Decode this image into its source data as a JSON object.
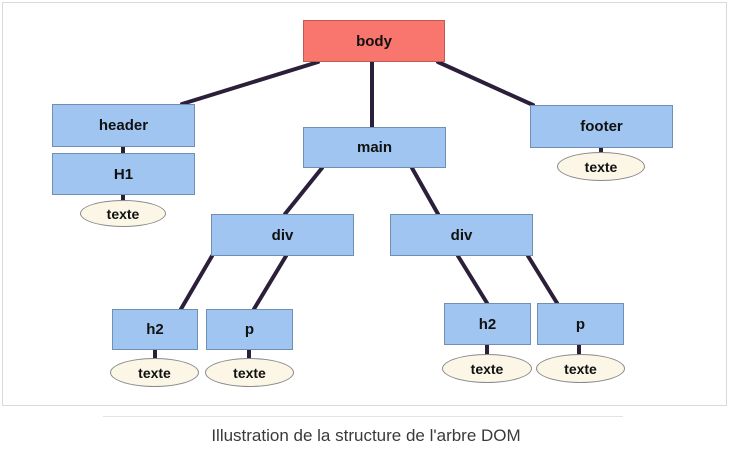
{
  "nodes": {
    "body": "body",
    "header": "header",
    "h1": "H1",
    "main": "main",
    "footer": "footer",
    "div_left": "div",
    "div_right": "div",
    "h2_left": "h2",
    "p_left": "p",
    "h2_right": "h2",
    "p_right": "p"
  },
  "leaves": {
    "h1_text": "texte",
    "footer_text": "texte",
    "h2_left_text": "texte",
    "p_left_text": "texte",
    "h2_right_text": "texte",
    "p_right_text": "texte"
  },
  "colors": {
    "root": "#f8766d",
    "element": "#9fc5f0",
    "text_node": "#fbf6e6",
    "edge": "#2b1f3a"
  },
  "caption": "Illustration de la structure de l'arbre DOM"
}
